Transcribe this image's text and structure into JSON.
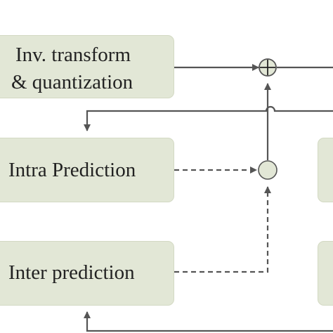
{
  "blocks": {
    "inv_transform": {
      "line1": "Inv. transform",
      "line2": "& quantization"
    },
    "intra_prediction": {
      "label": "Intra Prediction"
    },
    "inter_prediction": {
      "label": "Inter prediction"
    }
  },
  "colors": {
    "block_fill": "#e2e7d6",
    "line": "#555555",
    "text": "#222222"
  },
  "icons": {
    "adder": "plus-circle-icon",
    "selector": "circle-node-icon"
  }
}
